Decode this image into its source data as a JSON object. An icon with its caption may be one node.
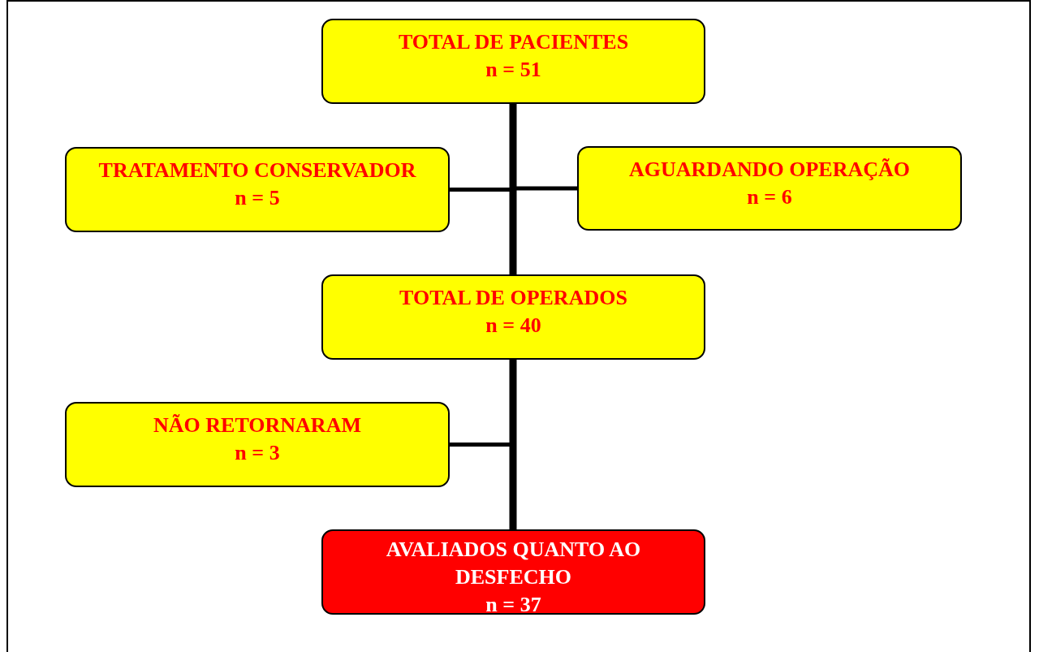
{
  "diagram": {
    "nodes": [
      {
        "text": [
          "TOTAL DE PACIENTES",
          "n = 51"
        ]
      },
      {
        "text": [
          "TRATAMENTO CONSERVADOR",
          "n = 5"
        ]
      },
      {
        "text": [
          "AGUARDANDO OPERAÇÃO",
          "n = 6"
        ]
      },
      {
        "text": [
          "TOTAL DE OPERADOS",
          "n = 40"
        ]
      },
      {
        "text": [
          "NÃO RETORNARAM",
          "n = 3"
        ]
      },
      {
        "text": [
          "AVALIADOS QUANTO AO DESFECHO",
          "n = 37"
        ]
      }
    ],
    "edges": [
      {
        "from": 0,
        "to": 1,
        "arrow": "none"
      },
      {
        "from": 0,
        "to": 2,
        "arrow": "none"
      },
      {
        "from": 0,
        "to": 3,
        "arrow": "none",
        "style": "thick"
      },
      {
        "from": 3,
        "to": 4,
        "arrow": "none"
      },
      {
        "from": 3,
        "to": 5,
        "arrow": "none",
        "style": "thick"
      }
    ]
  }
}
